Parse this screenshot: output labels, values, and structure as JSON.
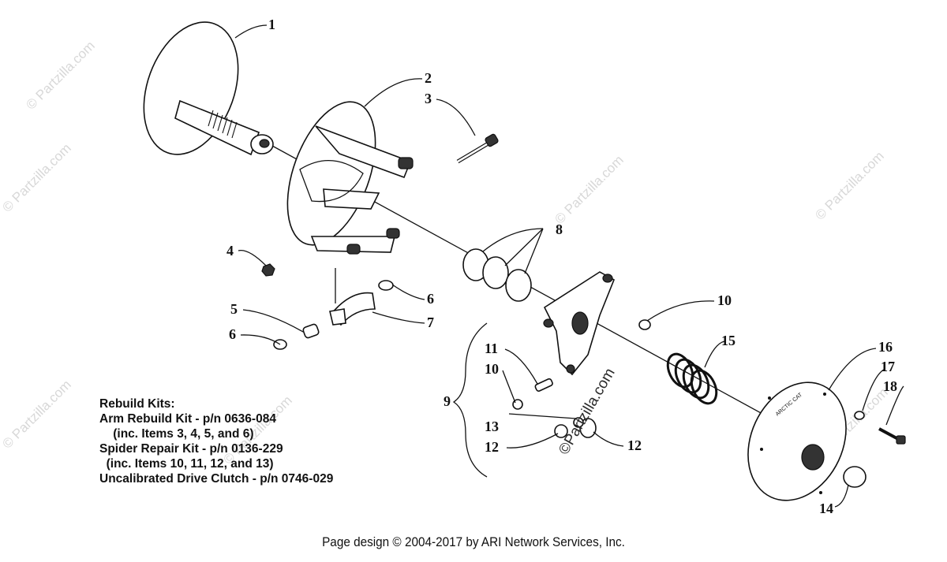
{
  "callouts": [
    "1",
    "2",
    "3",
    "4",
    "5",
    "6",
    "6",
    "7",
    "8",
    "9",
    "10",
    "10",
    "11",
    "12",
    "12",
    "13",
    "14",
    "15",
    "16",
    "17",
    "18"
  ],
  "rebuild_kits": {
    "heading": "Rebuild Kits:",
    "lines": [
      "Arm Rebuild Kit - p/n 0636-084",
      "    (inc. Items 3, 4, 5, and 6)",
      "Spider Repair Kit - p/n 0136-229",
      "  (inc. Items 10, 11, 12, and 13)",
      "Uncalibrated Drive Clutch - p/n 0746-029"
    ]
  },
  "footer": "Page design © 2004-2017 by ARI Network Services, Inc.",
  "watermark": "© Partzilla.com",
  "center_watermark": "©Partzilla.com",
  "cover_text": "ARCTIC CAT"
}
